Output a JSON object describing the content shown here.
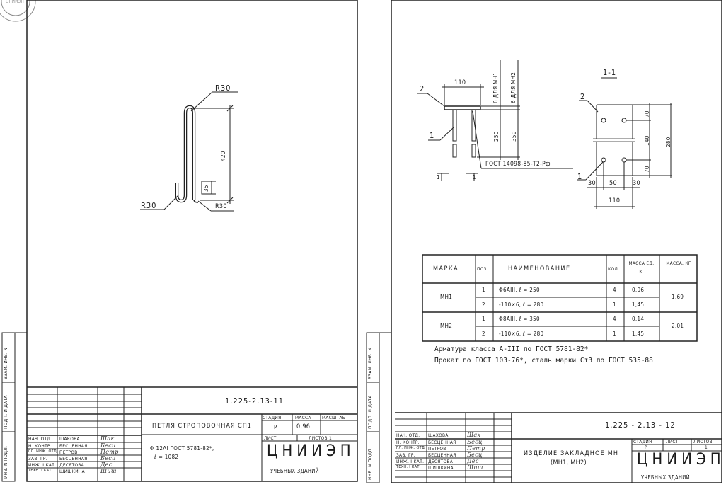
{
  "left_sheet": {
    "side_strip": [
      "ИНВ. N ПОДЛ.",
      "ПОДП. И ДАТА",
      "ВЗАМ. ИНВ. N"
    ],
    "stamp_text": "ЦНИИЭП",
    "drawing": {
      "radius_top": "R30",
      "radius_left": "R30",
      "radius_right": "R30",
      "dim_height": "420",
      "dim_hook": "35"
    },
    "title_block": {
      "doc_number": "1.225-2.13-11",
      "title": "ПЕТЛЯ СТРОПОВОЧНАЯ СП1",
      "material_line1": "Φ 12AI ГОСТ 5781-82*,",
      "material_line2": "ℓ = 1082",
      "stage_header": "СТАДИЯ",
      "mass_header": "МАССА",
      "scale_header": "МАСШТАБ",
      "stage_value": "Р",
      "mass_value": "0,96",
      "sheet_label": "ЛИСТ",
      "sheets_label": "ЛИСТОВ 1",
      "org_name": "ЦНИИЭП",
      "org_sub": "УЧЕБНЫХ ЗДАНИЙ",
      "signatures": [
        {
          "role": "НАЧ. ОТД.",
          "name": "ШАКОВА",
          "sign": "Шак"
        },
        {
          "role": "Н. КОНТР.",
          "name": "БЕСЦЕННАЯ",
          "sign": "Бесц"
        },
        {
          "role": "ГЛ. ИНЖ. ОТД",
          "name": "ПЕТРОВ",
          "sign": "Петр"
        },
        {
          "role": "ЗАВ. ГР.",
          "name": "БЕСЦЕННАЯ",
          "sign": "Бесц"
        },
        {
          "role": "ИНЖ. I КАТ.",
          "name": "ДЕСЯТОВА",
          "sign": "Дес"
        },
        {
          "role": "ТЕХН. I КАТ.",
          "name": "ШИШКИНА",
          "sign": "Шиш"
        }
      ]
    }
  },
  "right_sheet": {
    "side_strip": [
      "ИНВ. N ПОДЛ.",
      "ПОДП. И ДАТА",
      "ВЗАМ. ИНВ. N"
    ],
    "drawing": {
      "pos_plate": "2",
      "pos_rod": "1",
      "dim_width": "110",
      "dim_mn1": "6 ДЛЯ МН1",
      "dim_mn2": "6 ДЛЯ МН2",
      "dim_250": "250",
      "dim_350": "350",
      "weld_note": "ГОСТ 14098-85-Т2-Рф",
      "section_mark": "1",
      "section_title": "1-1",
      "dim_70a": "70",
      "dim_140": "140",
      "dim_70b": "70",
      "dim_280": "280",
      "dim_30a": "30",
      "dim_50": "50",
      "dim_30b": "30",
      "dim_110": "110"
    },
    "spec_table": {
      "headers": [
        "МАРКА",
        "ПОЗ.",
        "НАИМЕНОВАНИЕ",
        "КОЛ.",
        "МАССА ЕД., КГ",
        "МАССА, КГ"
      ],
      "groups": [
        {
          "mark": "МН1",
          "total": "1,69",
          "rows": [
            {
              "pos": "1",
              "name": "Φ6AIII, ℓ = 250",
              "qty": "4",
              "unit_mass": "0,06"
            },
            {
              "pos": "2",
              "name": "-110×6, ℓ = 280",
              "qty": "1",
              "unit_mass": "1,45"
            }
          ]
        },
        {
          "mark": "МН2",
          "total": "2,01",
          "rows": [
            {
              "pos": "1",
              "name": "Φ8AIII, ℓ = 350",
              "qty": "4",
              "unit_mass": "0,14"
            },
            {
              "pos": "2",
              "name": "-110×6, ℓ = 280",
              "qty": "1",
              "unit_mass": "1,45"
            }
          ]
        }
      ]
    },
    "notes": [
      "Арматура класса А-III по ГОСТ 5781-82*",
      "Прокат по ГОСТ 103-76*, сталь марки Ст3 по ГОСТ 535-88"
    ],
    "title_block": {
      "doc_number": "1.225 - 2.13 - 12",
      "title_line1": "ИЗДЕЛИЕ ЗАКЛАДНОЕ МН",
      "title_line2": "(МН1, МН2)",
      "stage_header": "СТАДИЯ",
      "sheet_header": "ЛИСТ",
      "sheets_header": "ЛИСТОВ",
      "stage_value": "Р",
      "sheets_value": "1",
      "org_name": "ЦНИИЭП",
      "org_sub": "УЧЕБНЫХ ЗДАНИЙ",
      "signatures": [
        {
          "role": "НАЧ. ОТД.",
          "name": "ШАХОВА",
          "sign": "Шах"
        },
        {
          "role": "Н. КОНТР.",
          "name": "БЕСЦЕННАЯ",
          "sign": "Бесц"
        },
        {
          "role": "ГЛ. ИНЖ. ОТД",
          "name": "ПЕТРОВ",
          "sign": "Петр"
        },
        {
          "role": "ЗАВ. ГР.",
          "name": "БЕСЦЕННАЯ",
          "sign": "Бесц"
        },
        {
          "role": "ИНЖ. I КАТ.",
          "name": "ДЕСЯТОВА",
          "sign": "Дес"
        },
        {
          "role": "ТЕХН. I КАТ.",
          "name": "ШИШКИНА",
          "sign": "Шиш"
        }
      ]
    }
  }
}
